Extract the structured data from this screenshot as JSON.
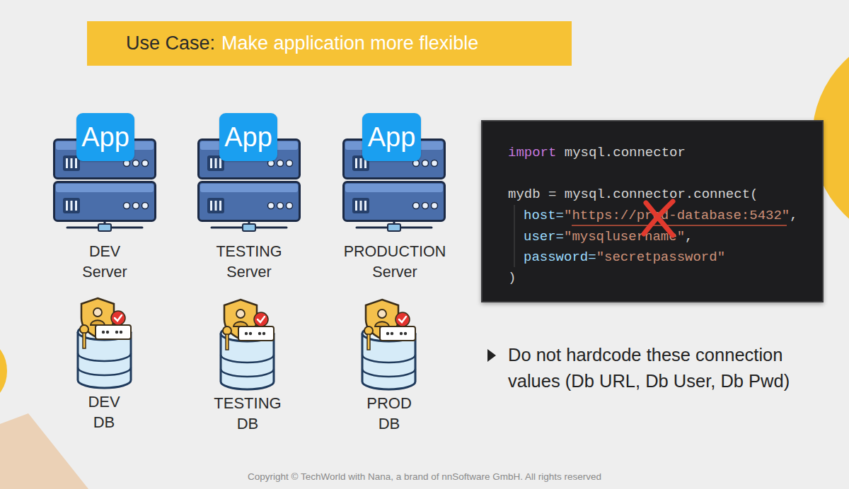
{
  "diagram": {
    "nodes": [
      {
        "text": [
          "Use Case:",
          "Make application more flexible"
        ]
      },
      {
        "text": [
          "DEV Server"
        ]
      },
      {
        "text": [
          "App"
        ],
        "in": 1
      },
      {
        "text": [
          "TESTING Server"
        ]
      },
      {
        "text": [
          "App"
        ],
        "in": 3
      },
      {
        "text": [
          "PRODUCTION Server"
        ]
      },
      {
        "text": [
          "App"
        ],
        "in": 5
      },
      {
        "text": [
          "import",
          "mysql.connector",
          "mydb = mysql.connector.connect(",
          "host=",
          "\"https://prod-database:5432\"",
          ",",
          "user=",
          "\"mysqlusername\"",
          ",",
          "password=",
          "\"secretpassword\"",
          ")"
        ]
      },
      {
        "text": [
          "DEV DB"
        ]
      },
      {
        "text": [
          "TESTING DB"
        ]
      },
      {
        "text": [
          "PROD DB"
        ]
      }
    ],
    "labels": [
      "Do not hardcode these connection values (Db URL, Db User, Db Pwd)",
      "Copyright © TechWorld with Nana, a brand of nnSoftware GmbH. All rights reserved"
    ]
  }
}
